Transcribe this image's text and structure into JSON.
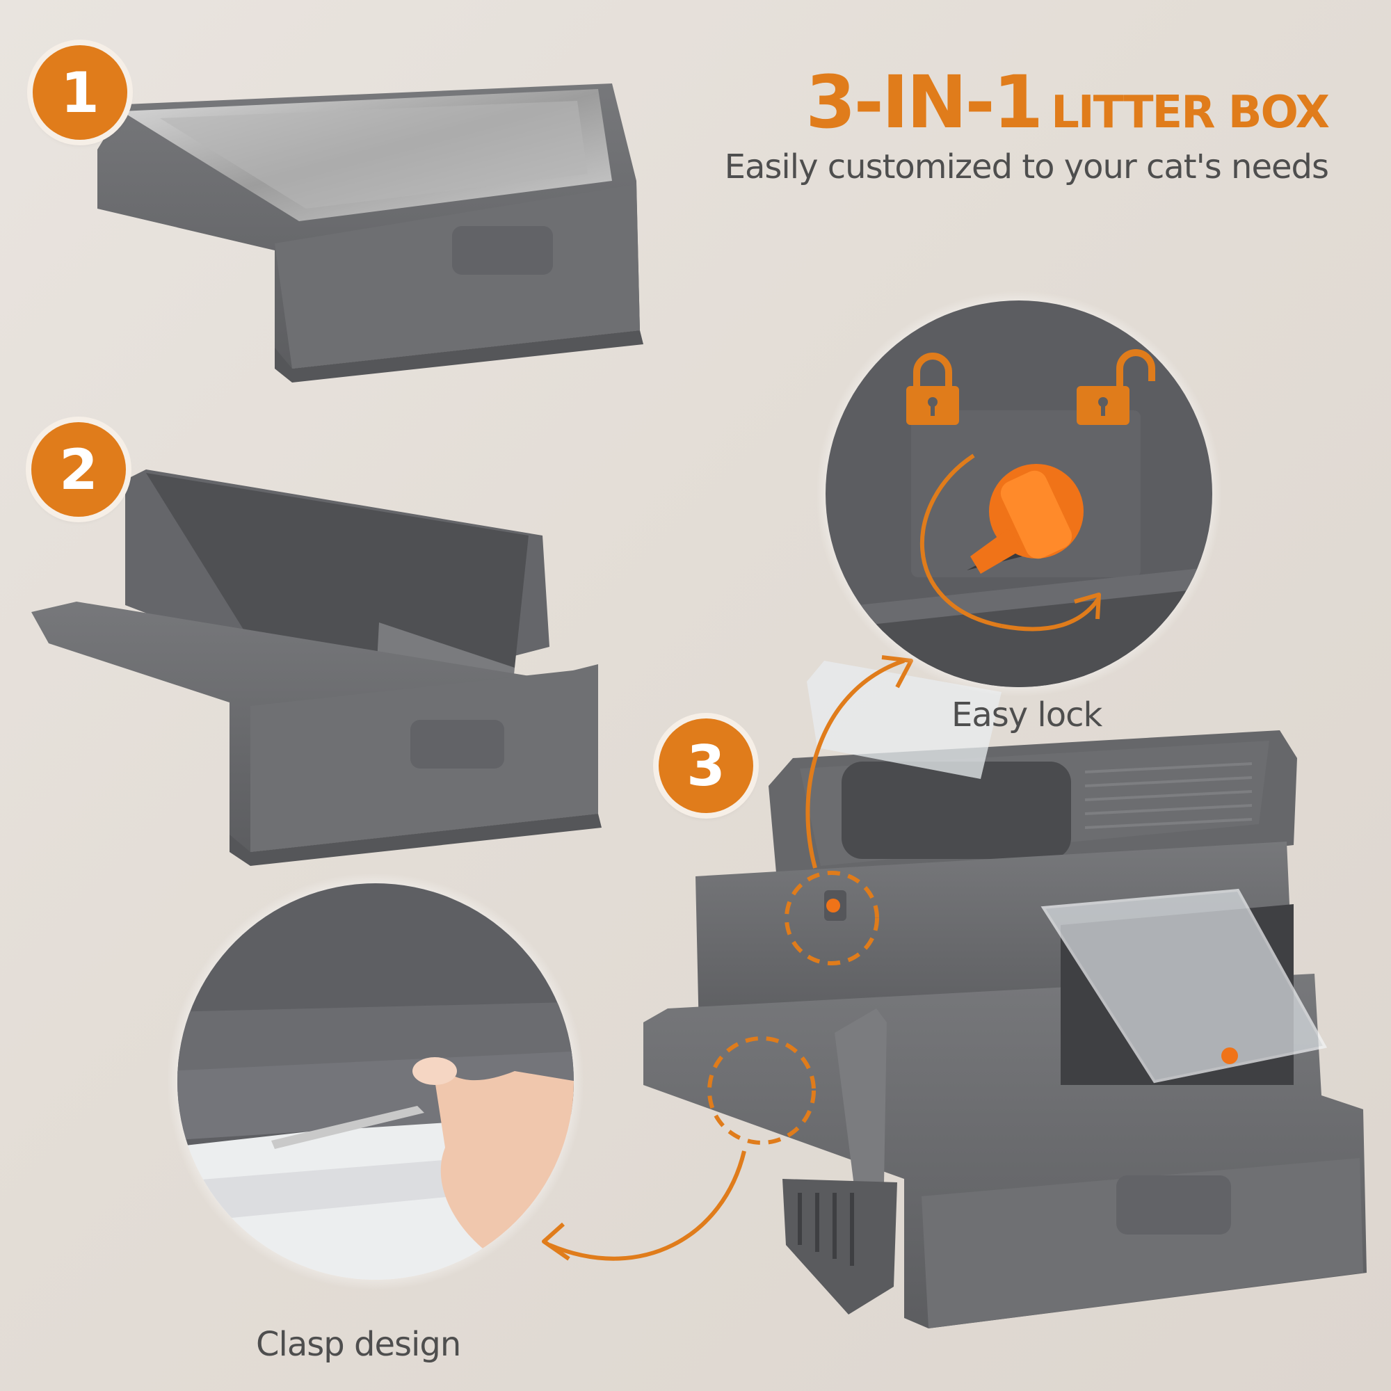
{
  "header": {
    "title_big": "3-IN-1",
    "title_small": "LITTER BOX",
    "subtitle": "Easily customized to your cat's needs"
  },
  "steps": [
    {
      "number": "1"
    },
    {
      "number": "2"
    },
    {
      "number": "3"
    }
  ],
  "callouts": {
    "lock": "Easy lock",
    "clasp": "Clasp design"
  },
  "colors": {
    "accent": "#e07c1b",
    "product_gray": "#6a6b6e",
    "background": "#e6e0da",
    "text": "#4e4e4e"
  },
  "icons": [
    "padlock-locked-icon",
    "padlock-unlocked-icon"
  ]
}
